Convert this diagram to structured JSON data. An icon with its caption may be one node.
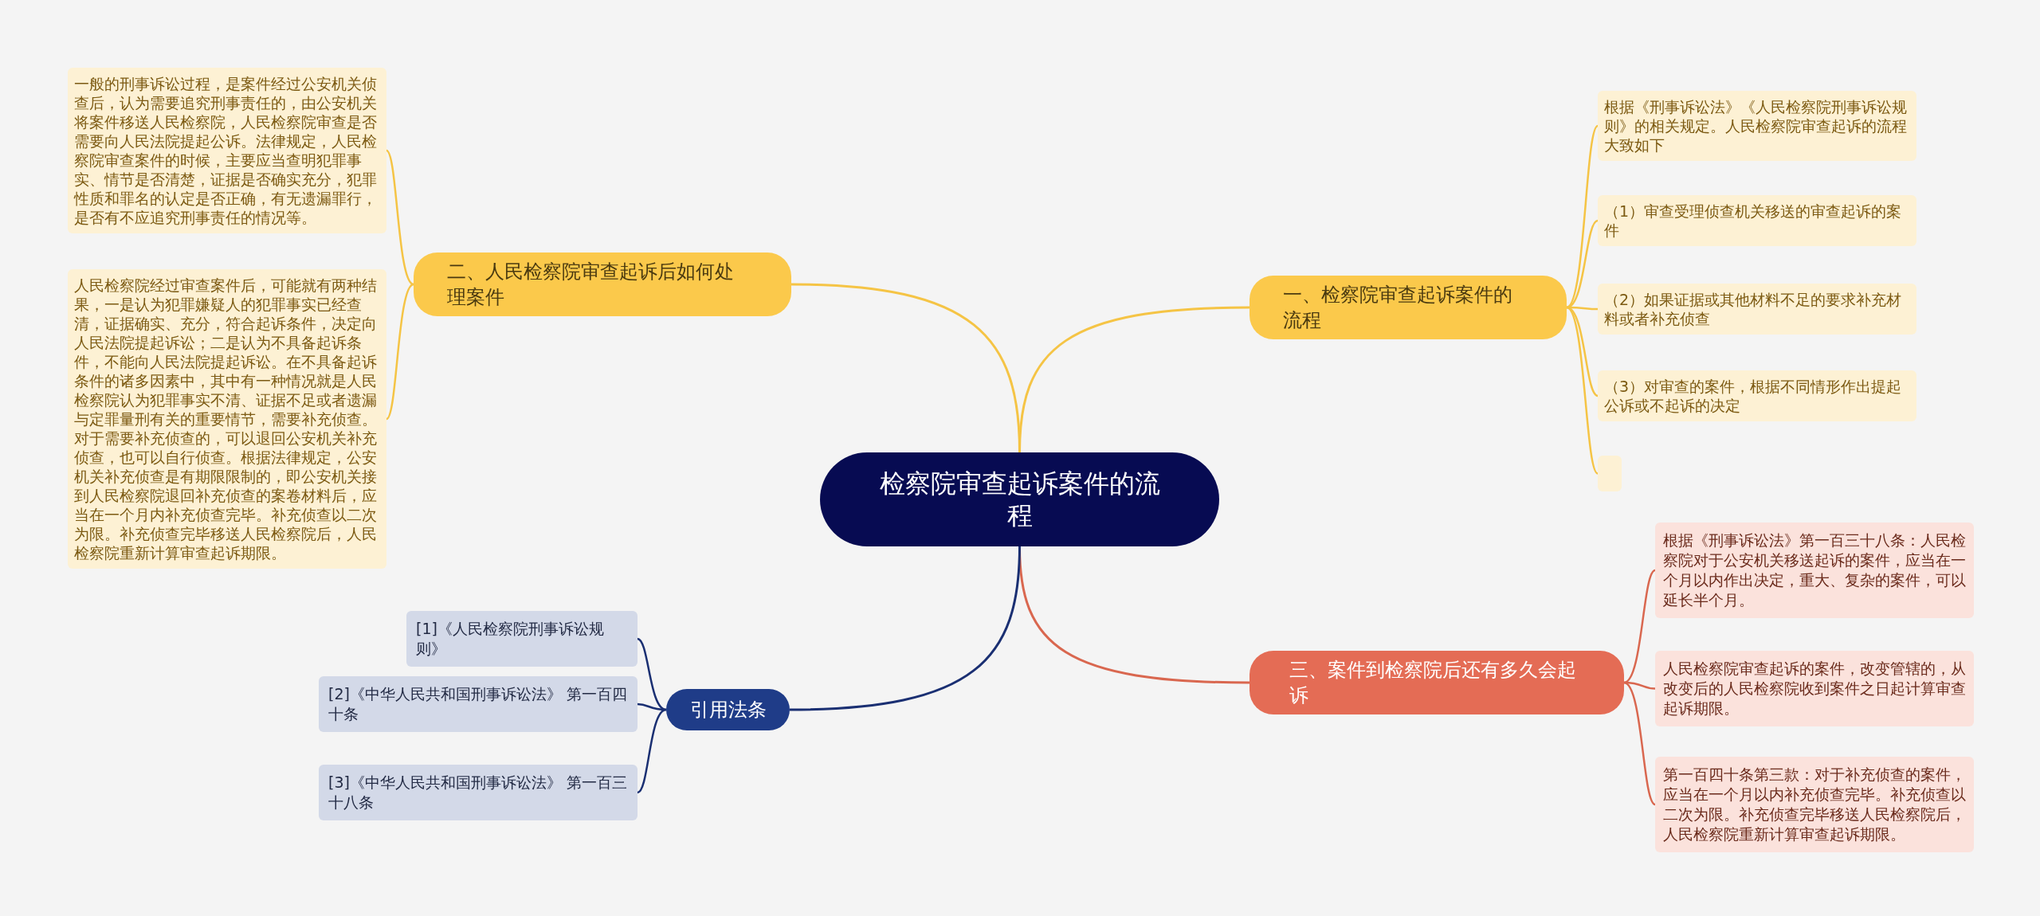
{
  "diagram": {
    "nodes": [
      {
        "text": [
          "检察院审查起诉案件的流程"
        ]
      },
      {
        "text": [
          "一、检察院审查起诉案件的流程"
        ]
      },
      {
        "text": [
          "根据《刑事诉讼法》《人民检察院刑事诉讼规则》的相关规定。人民检察院审查起诉的流程大致如下"
        ]
      },
      {
        "text": [
          "（1）审查受理侦查机关移送的审查起诉的案件"
        ]
      },
      {
        "text": [
          "（2）如果证据或其他材料不足的要求补充材料或者补充侦查"
        ]
      },
      {
        "text": [
          "（3）对审查的案件，根据不同情形作出提起公诉或不起诉的决定"
        ]
      },
      {
        "text": [],
        "shape": "box"
      },
      {
        "text": [
          "二、人民检察院审查起诉后如何处理案件"
        ]
      },
      {
        "text": [
          "一般的刑事诉讼过程，是案件经过公安机关侦查后，认为需要追究刑事责任的，由公安机关将案件移送人民检察院，人民检察院审查是否需要向人民法院提起公诉。法律规定，人民检察院审查案件的时候，主要应当查明犯罪事实、情节是否清楚，证据是否确实充分，犯罪性质和罪名的认定是否正确，有无遗漏罪行，是否有不应追究刑事责任的情况等。"
        ]
      },
      {
        "text": [
          "人民检察院经过审查案件后，可能就有两种结果，一是认为犯罪嫌疑人的犯罪事实已经查清，证据确实、充分，符合起诉条件，决定向人民法院提起诉讼；二是认为不具备起诉条件，不能向人民法院提起诉讼。在不具备起诉条件的诸多因素中，其中有一种情况就是人民检察院认为犯罪事实不清、证据不足或者遗漏与定罪量刑有关的重要情节，需要补充侦查。对于需要补充侦查的，可以退回公安机关补充侦查，也可以自行侦查。根据法律规定，公安机关补充侦查是有期限限制的，即公安机关接到人民检察院退回补充侦查的案卷材料后，应当在一个月内补充侦查完毕。补充侦查以二次为限。补充侦查完毕移送人民检察院后，人民检察院重新计算审查起诉期限。"
        ]
      },
      {
        "text": [
          "三、案件到检察院后还有多久会起诉"
        ]
      },
      {
        "text": [
          "根据《刑事诉讼法》第一百三十八条：人民检察院对于公安机关移送起诉的案件，应当在一个月以内作出决定，重大、复杂的案件，可以延长半个月。"
        ]
      },
      {
        "text": [
          "人民检察院审查起诉的案件，改变管辖的，从改变后的人民检察院收到案件之日起计算审查起诉期限。"
        ]
      },
      {
        "text": [
          "第一百四十条第三款：对于补充侦查的案件，应当在一个月以内补充侦查完毕。补充侦查以二次为限。补充侦查完毕移送人民检察院后，人民检察院重新计算审查起诉期限。"
        ]
      },
      {
        "text": [
          "引用法条"
        ]
      },
      {
        "text": [
          "[1]《人民检察院刑事诉讼规则》"
        ]
      },
      {
        "text": [
          "[2]《中华人民共和国刑事诉讼法》 第一百四十条"
        ]
      },
      {
        "text": [
          "[3]《中华人民共和国刑事诉讼法》 第一百三十八条"
        ]
      }
    ],
    "edges": [
      {
        "from": 0,
        "to": 1,
        "arrow": "none",
        "color": "#f5c445"
      },
      {
        "from": 1,
        "to": 2,
        "arrow": "none",
        "color": "#f5c445"
      },
      {
        "from": 1,
        "to": 3,
        "arrow": "none",
        "color": "#f5c445"
      },
      {
        "from": 1,
        "to": 4,
        "arrow": "none",
        "color": "#f5c445"
      },
      {
        "from": 1,
        "to": 5,
        "arrow": "none",
        "color": "#f5c445"
      },
      {
        "from": 1,
        "to": 6,
        "arrow": "none",
        "color": "#f5c445"
      },
      {
        "from": 0,
        "to": 7,
        "arrow": "none",
        "color": "#f5c445"
      },
      {
        "from": 7,
        "to": 8,
        "arrow": "none",
        "color": "#f5c445"
      },
      {
        "from": 7,
        "to": 9,
        "arrow": "none",
        "color": "#f5c445"
      },
      {
        "from": 0,
        "to": 10,
        "arrow": "none",
        "color": "#d9674f"
      },
      {
        "from": 10,
        "to": 11,
        "arrow": "none",
        "color": "#d9674f"
      },
      {
        "from": 10,
        "to": 12,
        "arrow": "none",
        "color": "#d9674f"
      },
      {
        "from": 10,
        "to": 13,
        "arrow": "none",
        "color": "#d9674f"
      },
      {
        "from": 0,
        "to": 14,
        "arrow": "none",
        "color": "#1a2f72"
      },
      {
        "from": 14,
        "to": 15,
        "arrow": "none",
        "color": "#1a2f72"
      },
      {
        "from": 14,
        "to": 16,
        "arrow": "none",
        "color": "#1a2f72"
      },
      {
        "from": 14,
        "to": 17,
        "arrow": "none",
        "color": "#1a2f72"
      }
    ]
  }
}
